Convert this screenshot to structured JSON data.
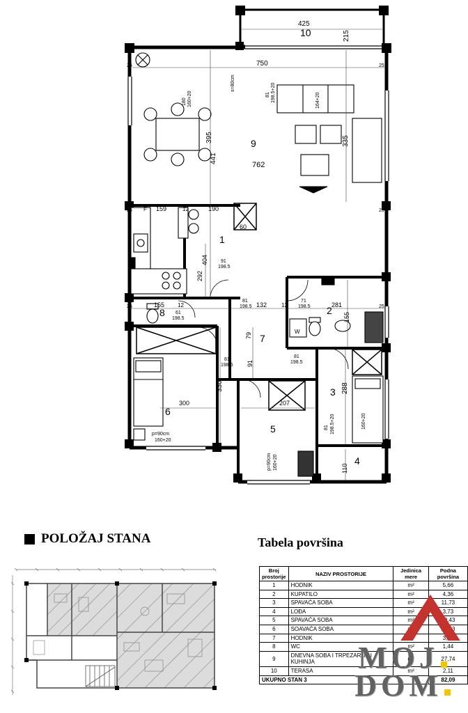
{
  "titles": {
    "polozaj": "POLOŽAJ STANA",
    "tabela": "Tabela površina"
  },
  "plan": {
    "rooms": {
      "r1": "1",
      "r2": "2",
      "r3": "3",
      "r4": "4",
      "r5": "5",
      "r6": "6",
      "r7": "7",
      "r8": "8",
      "r9": "9",
      "r10": "10"
    },
    "dims": {
      "d425": "425",
      "d215": "215",
      "d750": "750",
      "d762": "762",
      "d395": "395",
      "d441": "441",
      "d335": "335",
      "s80": "s=80cm",
      "d180": "180",
      "d160": "160+20",
      "d81": "81",
      "d19852": "198.5+20",
      "d164": "164+20",
      "dF": "F",
      "d159": "159",
      "d12": "12",
      "d190": "190",
      "d60": "60",
      "d91": "91",
      "d1985": "198.5",
      "d292": "292",
      "d404": "404",
      "d155": "155",
      "d132": "132",
      "d71": "71",
      "d281": "281",
      "d61": "61",
      "dW": "W",
      "d79": "79",
      "d300": "300",
      "d330": "330",
      "d288": "288",
      "d207": "207",
      "d110": "110",
      "p90": "p=90cm",
      "t25": "25"
    }
  },
  "table": {
    "headers": {
      "c1": "Broj prostorije",
      "c2": "NAZIV PROSTORIJE",
      "c3": "Jedinica mere",
      "c4": "Podna površina"
    },
    "rows": [
      {
        "num": "1",
        "name": "HODNIK",
        "unit": "m²",
        "area": "5,66"
      },
      {
        "num": "2",
        "name": "KUPATILO",
        "unit": "m²",
        "area": "4,36"
      },
      {
        "num": "3",
        "name": "SPAVAĆA SOBA",
        "unit": "m²",
        "area": "11,73"
      },
      {
        "num": "4",
        "name": "LOĐA",
        "unit": "m²",
        "area": "3,73"
      },
      {
        "num": "5",
        "name": "SPAVAĆA SOBA",
        "unit": "m²",
        "area": "10,43"
      },
      {
        "num": "6",
        "name": "SOAVAĆA SOBA",
        "unit": "m²",
        "area": "10,93"
      },
      {
        "num": "7",
        "name": "HODNIK",
        "unit": "m²",
        "area": "3,96"
      },
      {
        "num": "8",
        "name": "WC",
        "unit": "m²",
        "area": "1,44"
      },
      {
        "num": "9",
        "name": "DNEVNA SOBA I TRPEZARIJA I KUHINJA",
        "unit": "m²",
        "area": "27,74"
      },
      {
        "num": "10",
        "name": "TERASA",
        "unit": "m²",
        "area": "2,11"
      }
    ],
    "total": {
      "label": "UKUPNO STAN 3",
      "area": "82,09"
    }
  },
  "logo": {
    "top": "MOJ",
    "bottom": "DOM"
  }
}
